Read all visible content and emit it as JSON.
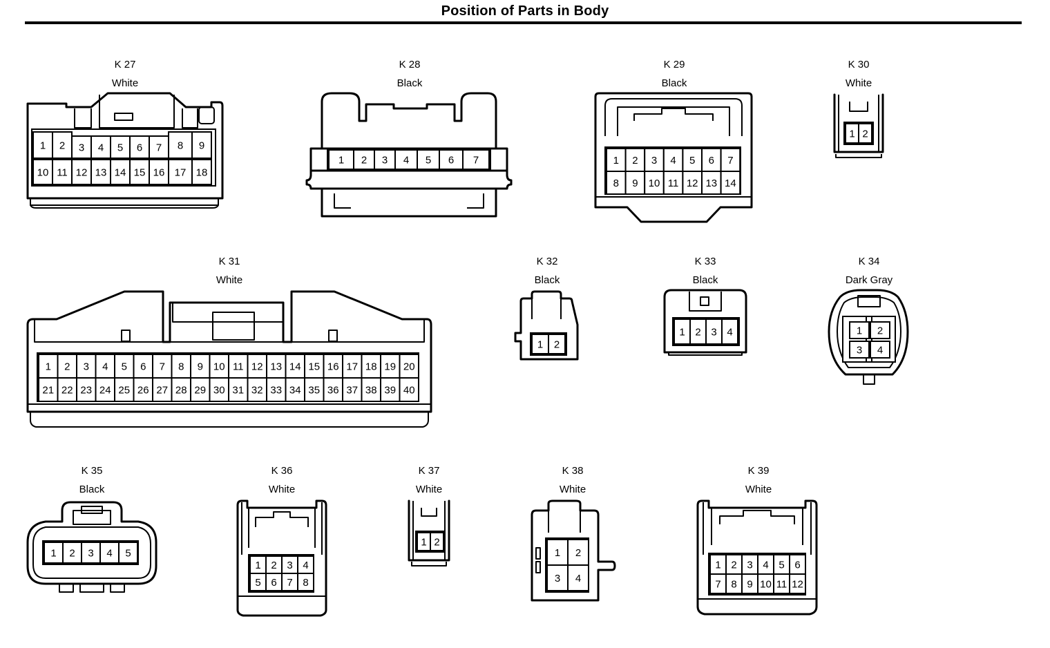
{
  "page": {
    "title": "Position of Parts in Body"
  },
  "connectors": {
    "k27": {
      "id": "K 27",
      "color": "White",
      "pins": [
        "1",
        "2",
        "3",
        "4",
        "5",
        "6",
        "7",
        "8",
        "9",
        "10",
        "11",
        "12",
        "13",
        "14",
        "15",
        "16",
        "17",
        "18"
      ]
    },
    "k28": {
      "id": "K 28",
      "color": "Black",
      "pins": [
        "1",
        "2",
        "3",
        "4",
        "5",
        "6",
        "7"
      ]
    },
    "k29": {
      "id": "K 29",
      "color": "Black",
      "pins": [
        "1",
        "2",
        "3",
        "4",
        "5",
        "6",
        "7",
        "8",
        "9",
        "10",
        "11",
        "12",
        "13",
        "14"
      ]
    },
    "k30": {
      "id": "K 30",
      "color": "White",
      "pins": [
        "1",
        "2"
      ]
    },
    "k31": {
      "id": "K 31",
      "color": "White",
      "pins": [
        "1",
        "2",
        "3",
        "4",
        "5",
        "6",
        "7",
        "8",
        "9",
        "10",
        "11",
        "12",
        "13",
        "14",
        "15",
        "16",
        "17",
        "18",
        "19",
        "20",
        "21",
        "22",
        "23",
        "24",
        "25",
        "26",
        "27",
        "28",
        "29",
        "30",
        "31",
        "32",
        "33",
        "34",
        "35",
        "36",
        "37",
        "38",
        "39",
        "40"
      ]
    },
    "k32": {
      "id": "K 32",
      "color": "Black",
      "pins": [
        "1",
        "2"
      ]
    },
    "k33": {
      "id": "K 33",
      "color": "Black",
      "pins": [
        "1",
        "2",
        "3",
        "4"
      ]
    },
    "k34": {
      "id": "K 34",
      "color": "Dark Gray",
      "pins": [
        "1",
        "2",
        "3",
        "4"
      ]
    },
    "k35": {
      "id": "K 35",
      "color": "Black",
      "pins": [
        "1",
        "2",
        "3",
        "4",
        "5"
      ]
    },
    "k36": {
      "id": "K 36",
      "color": "White",
      "pins": [
        "1",
        "2",
        "3",
        "4",
        "5",
        "6",
        "7",
        "8"
      ]
    },
    "k37": {
      "id": "K 37",
      "color": "White",
      "pins": [
        "1",
        "2"
      ]
    },
    "k38": {
      "id": "K 38",
      "color": "White",
      "pins": [
        "1",
        "2",
        "3",
        "4"
      ]
    },
    "k39": {
      "id": "K 39",
      "color": "White",
      "pins": [
        "1",
        "2",
        "3",
        "4",
        "5",
        "6",
        "7",
        "8",
        "9",
        "10",
        "11",
        "12"
      ]
    }
  }
}
